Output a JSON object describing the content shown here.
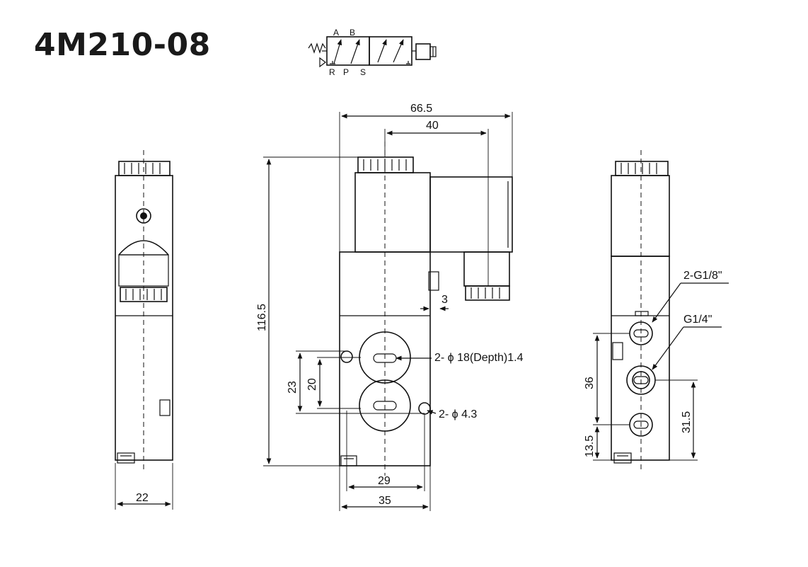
{
  "model": "4M210-08",
  "symbol": {
    "port_A": "A",
    "port_B": "B",
    "port_R": "R",
    "port_P": "P",
    "port_S": "S"
  },
  "front_view": {
    "width_total": "66.5",
    "coil_offset": "40",
    "height_total": "116.5",
    "offset_3": "3",
    "dim_23": "23",
    "dim_20": "20",
    "port_note": "2- ϕ 18(Depth)1.4",
    "hole_note": "2- ϕ 4.3",
    "dim_29": "29",
    "dim_35": "35"
  },
  "left_view": {
    "width": "22"
  },
  "right_view": {
    "pilot_ports": "2-G1/8\"",
    "main_port": "G1/4\"",
    "dim_36": "36",
    "dim_13_5": "13.5",
    "dim_31_5": "31.5"
  }
}
